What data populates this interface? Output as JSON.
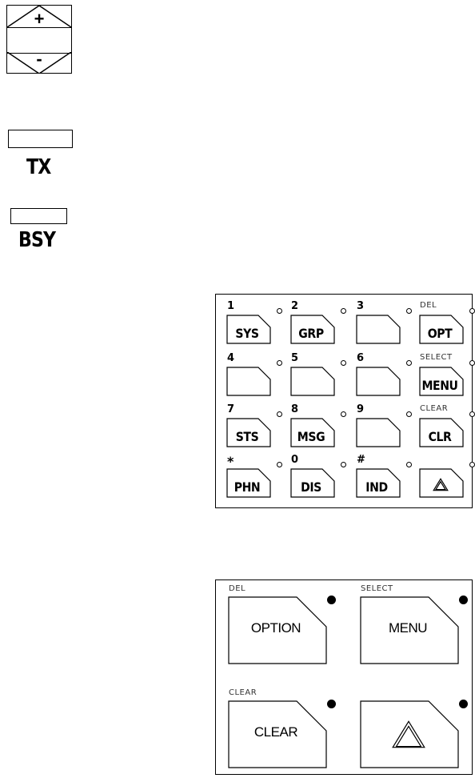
{
  "volume": {
    "up_glyph": "+",
    "down_glyph": "-"
  },
  "indicators": {
    "tx": {
      "label": "TX"
    },
    "bsy": {
      "label": "BSY"
    }
  },
  "keypad": {
    "keys": [
      {
        "id": "sys",
        "number": "1",
        "label": "SYS",
        "function": ""
      },
      {
        "id": "grp",
        "number": "2",
        "label": "GRP",
        "function": ""
      },
      {
        "id": "k3",
        "number": "3",
        "label": "",
        "function": ""
      },
      {
        "id": "opt",
        "number": "",
        "label": "OPT",
        "function": "DEL"
      },
      {
        "id": "k4",
        "number": "4",
        "label": "",
        "function": ""
      },
      {
        "id": "k5",
        "number": "5",
        "label": "",
        "function": ""
      },
      {
        "id": "k6",
        "number": "6",
        "label": "",
        "function": ""
      },
      {
        "id": "menu",
        "number": "",
        "label": "MENU",
        "function": "SELECT"
      },
      {
        "id": "sts",
        "number": "7",
        "label": "STS",
        "function": ""
      },
      {
        "id": "msg",
        "number": "8",
        "label": "MSG",
        "function": ""
      },
      {
        "id": "k9",
        "number": "9",
        "label": "",
        "function": ""
      },
      {
        "id": "clr",
        "number": "",
        "label": "CLR",
        "function": "CLEAR"
      },
      {
        "id": "phn",
        "number": "*",
        "label": "PHN",
        "function": ""
      },
      {
        "id": "dis",
        "number": "0",
        "label": "DIS",
        "function": ""
      },
      {
        "id": "ind",
        "number": "#",
        "label": "IND",
        "function": ""
      },
      {
        "id": "up",
        "number": "",
        "label": "",
        "function": "",
        "icon": "triangle-up-icon"
      }
    ]
  },
  "large_keypad": {
    "keys": [
      {
        "id": "option",
        "label": "OPTION",
        "function": "DEL"
      },
      {
        "id": "menu",
        "label": "MENU",
        "function": "SELECT"
      },
      {
        "id": "clear",
        "label": "CLEAR",
        "function": "CLEAR"
      },
      {
        "id": "up",
        "label": "",
        "function": "",
        "icon": "triangle-up-icon"
      }
    ]
  }
}
